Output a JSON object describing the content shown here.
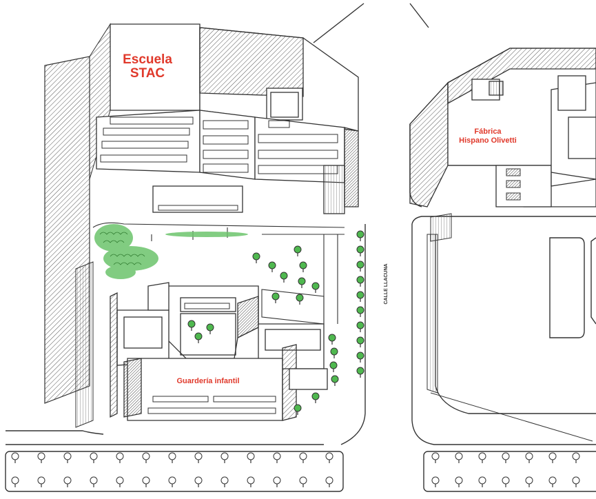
{
  "labels": {
    "school_line1": "Escuela",
    "school_line2": "STAC",
    "factory_line1": "Fábrica",
    "factory_line2": "Hispano Olivetti",
    "nursery": "Guardería infantil",
    "street": "CALLE LLACUNA"
  },
  "colors": {
    "label_red": "#e0392b",
    "ink": "#333333",
    "tree_green": "#4fb84f",
    "paper": "#ffffff"
  }
}
